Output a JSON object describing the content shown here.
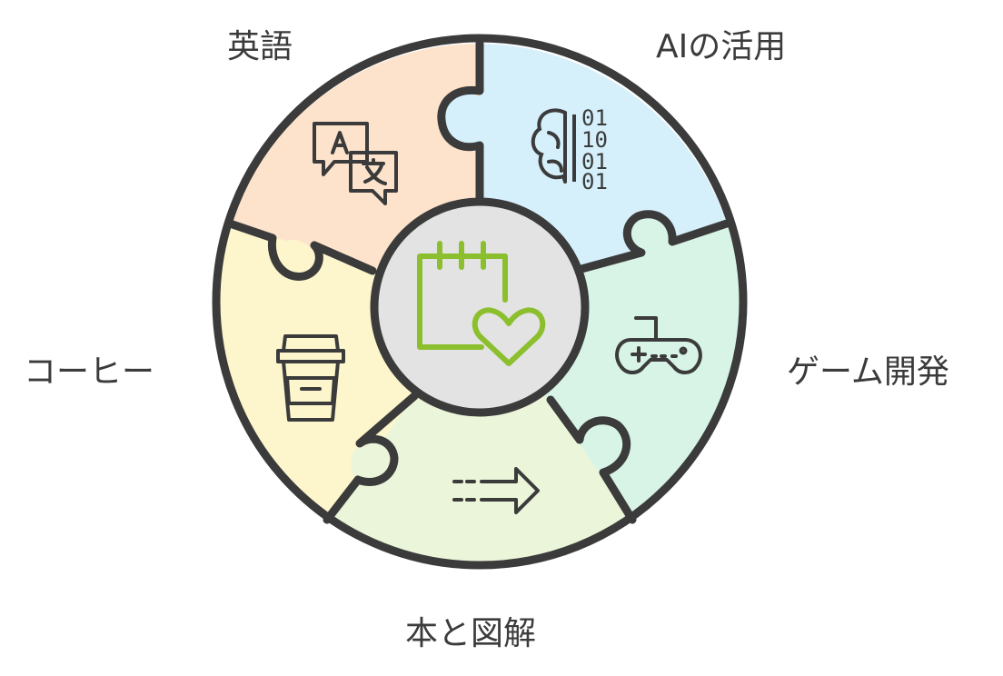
{
  "segments": [
    {
      "label": "英語",
      "color": "#fde3cc",
      "icon": "translate-icon"
    },
    {
      "label": "AIの活用",
      "color": "#d6f0fb",
      "icon": "brain-binary-icon"
    },
    {
      "label": "ゲーム開発",
      "color": "#d8f4e6",
      "icon": "gamepad-icon"
    },
    {
      "label": "本と図解",
      "color": "#eaf5d9",
      "icon": "arrow-right-icon"
    },
    {
      "label": "コーヒー",
      "color": "#fdf6cc",
      "icon": "coffee-cup-icon"
    }
  ],
  "center": {
    "icon": "calendar-heart-icon",
    "color": "#e3e3e3",
    "accent": "#8cbf2e"
  },
  "outline_color": "#3b3b3b"
}
